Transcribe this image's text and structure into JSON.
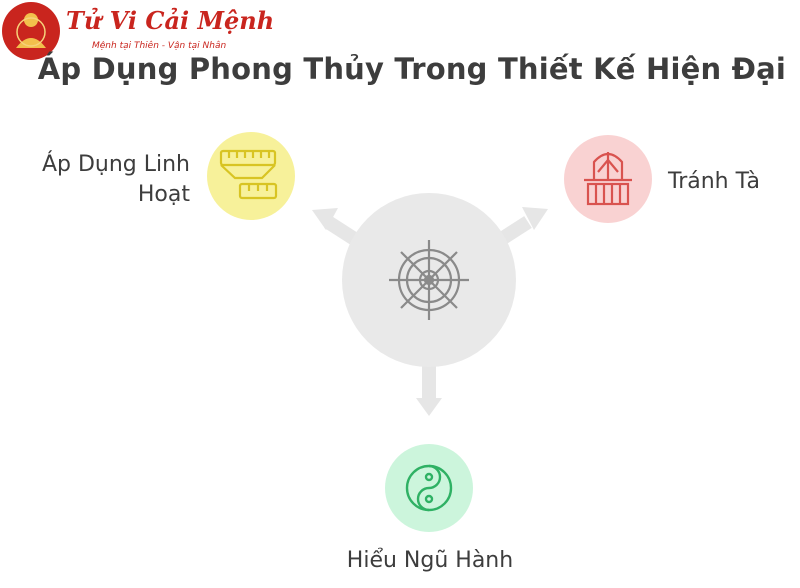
{
  "logo": {
    "title": "Tử Vi Cải Mệnh",
    "subtitle": "Mệnh tại Thiên - Vận tại Nhân"
  },
  "diagram": {
    "title": "Áp Dụng Phong Thủy Trong Thiết Kế Hiện Đại",
    "center_icon": "ship-wheel-icon",
    "nodes": [
      {
        "label": "Áp Dụng Linh Hoạt",
        "icon": "measuring-tape-icon",
        "color": "#f7f19a",
        "icon_color": "#d8c423"
      },
      {
        "label": "Tránh Tà",
        "icon": "gate-icon",
        "color": "#f9d2d2",
        "icon_color": "#d9534f"
      },
      {
        "label": "Hiểu Ngũ Hành",
        "icon": "yin-yang-icon",
        "color": "#ccf5dc",
        "icon_color": "#2fb164"
      }
    ]
  },
  "colors": {
    "center": "#e9e9e9",
    "arrows": "#e6e6e6",
    "text": "#3d3d3d",
    "brand_red": "#c9251e"
  }
}
